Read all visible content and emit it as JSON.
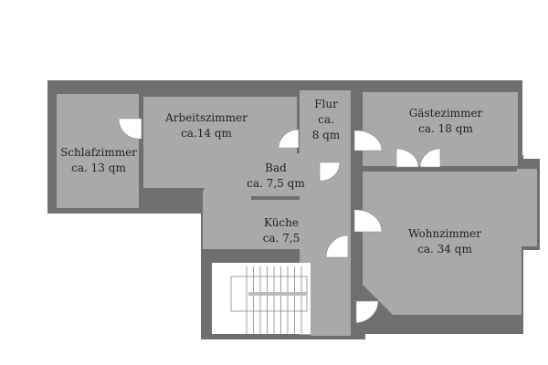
{
  "rooms": {
    "schlafzimmer": {
      "name": "Schlafzimmer",
      "area": "ca. 13 qm"
    },
    "arbeitszimmer": {
      "name": "Arbeitszimmer",
      "area": "ca.14 qm"
    },
    "flur": {
      "name": "Flur",
      "area_line1": "ca.",
      "area_line2": "8 qm"
    },
    "gaestezimmer": {
      "name": "Gästezimmer",
      "area": "ca. 18 qm"
    },
    "bad": {
      "name": "Bad",
      "area": "ca. 7,5 qm"
    },
    "kueche": {
      "name": "Küche",
      "area": "ca. 7,5"
    },
    "wohnzimmer": {
      "name": "Wohnzimmer",
      "area": "ca. 34 qm"
    }
  },
  "colors": {
    "wall": "#6f6f6f",
    "room": "#a9a9a9",
    "background": "#ffffff"
  }
}
